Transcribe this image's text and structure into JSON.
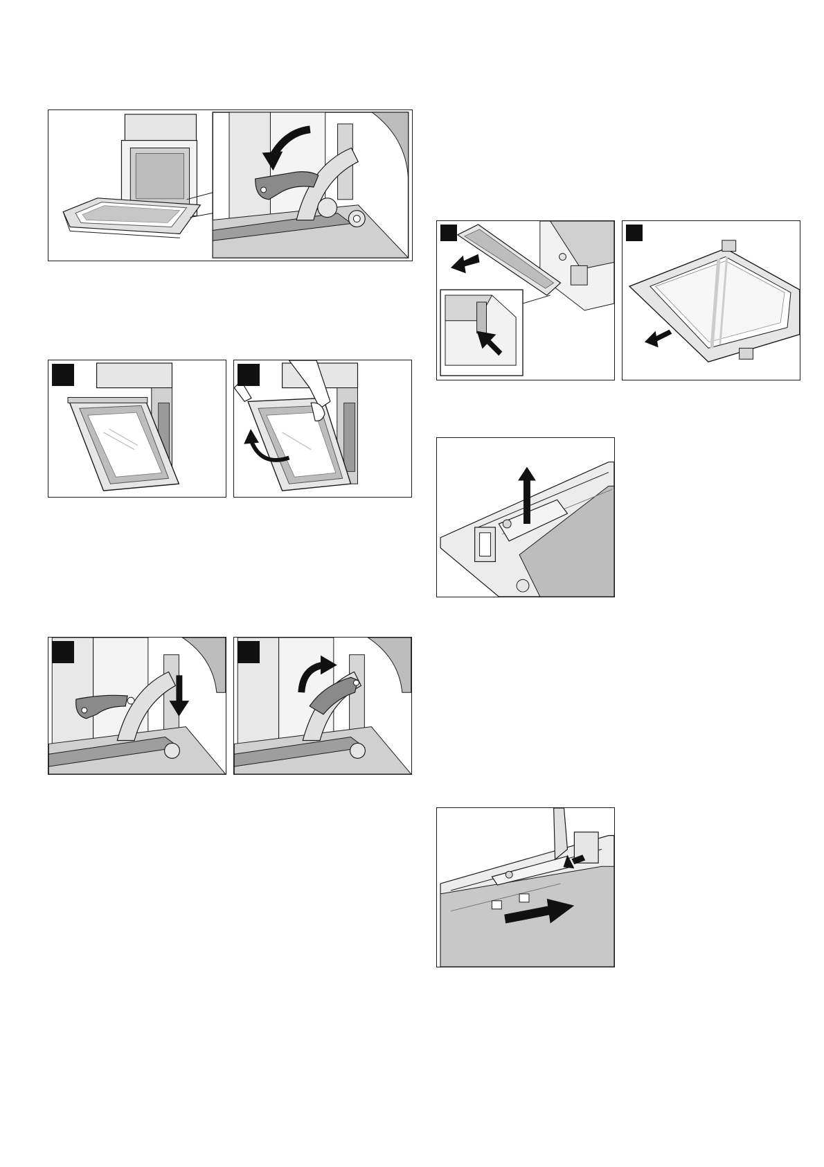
{
  "page": {
    "background": "#ffffff",
    "line_color": "#1a1a1a",
    "metal_color": "#d9d9d9",
    "shadow_color": "#bdbdbd",
    "lever_color": "#8a8a8a",
    "arrow_color": "#111111"
  },
  "figures": [
    {
      "id": "fig-hinge-lever-open",
      "icons": [
        "oven-icon",
        "hinge-icon",
        "curved-arrow-icon"
      ]
    },
    {
      "id": "fig-door-tilt",
      "icons": [
        "oven-door-icon"
      ],
      "step_badge": true
    },
    {
      "id": "fig-door-lift",
      "icons": [
        "oven-door-icon",
        "hands-icon",
        "curved-arrow-icon"
      ],
      "step_badge": true
    },
    {
      "id": "fig-hinge-press",
      "icons": [
        "hinge-icon",
        "down-arrow-icon"
      ],
      "step_badge": true
    },
    {
      "id": "fig-hinge-close",
      "icons": [
        "hinge-icon",
        "curved-arrow-icon"
      ],
      "step_badge": true
    },
    {
      "id": "fig-cover-remove",
      "icons": [
        "door-cover-icon",
        "arrow-icon"
      ],
      "step_badge": true
    },
    {
      "id": "fig-glass-remove",
      "icons": [
        "glass-pane-icon",
        "arrow-icon"
      ],
      "step_badge": true
    },
    {
      "id": "fig-clip-lift",
      "icons": [
        "clip-icon",
        "up-arrow-icon"
      ]
    },
    {
      "id": "fig-clip-insert",
      "icons": [
        "clip-icon",
        "right-arrow-icon"
      ]
    }
  ]
}
